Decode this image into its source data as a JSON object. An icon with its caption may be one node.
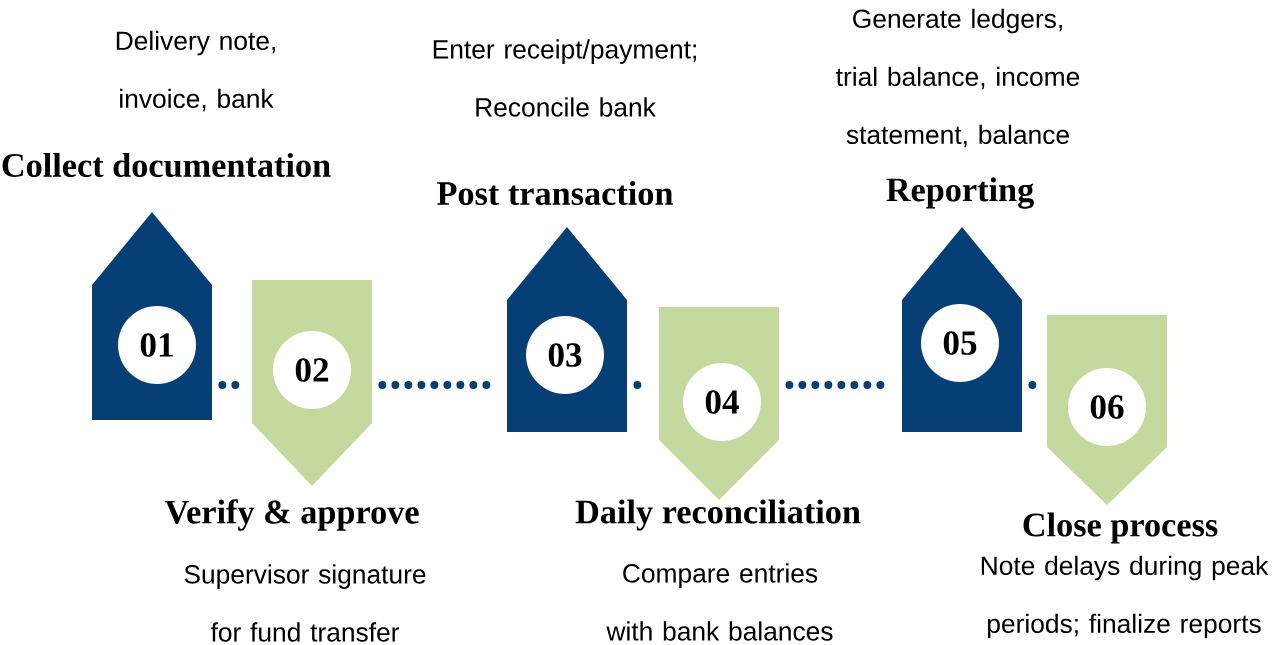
{
  "diagram": {
    "nodes": [
      {
        "text": [
          "Delivery note, invoice, bank",
          "Collect documentation",
          "01"
        ]
      },
      {
        "text": [
          "02",
          "Verify & approve",
          "Supervisor signature for fund transfer"
        ]
      },
      {
        "text": [
          "Enter receipt/payment; Reconcile bank",
          "Post transaction",
          "03"
        ]
      },
      {
        "text": [
          "04",
          "Daily reconciliation",
          "Compare entries with bank balances"
        ]
      },
      {
        "text": [
          "Generate ledgers, trial balance, income statement, balance",
          "Reporting",
          "05"
        ]
      },
      {
        "text": [
          "06",
          "Close process",
          "Note delays during peak periods; finalize reports"
        ]
      }
    ],
    "edges": [
      {
        "from": 0,
        "to": 1,
        "arrow": "none"
      },
      {
        "from": 1,
        "to": 2,
        "arrow": "none"
      },
      {
        "from": 2,
        "to": 3,
        "arrow": "none"
      },
      {
        "from": 3,
        "to": 4,
        "arrow": "none"
      },
      {
        "from": 4,
        "to": 5,
        "arrow": "none"
      }
    ]
  }
}
